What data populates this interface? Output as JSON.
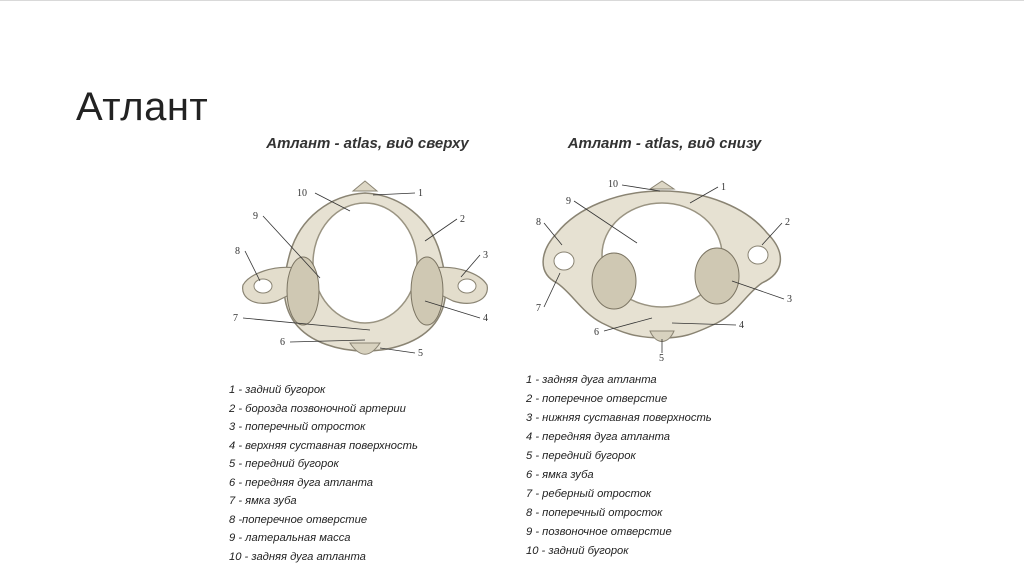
{
  "slide": {
    "title": "Атлант"
  },
  "panels": [
    {
      "heading": "Атлант - atlas, вид сверху",
      "callouts": [
        "10",
        "1",
        "9",
        "2",
        "8",
        "3",
        "7",
        "4",
        "6",
        "5"
      ],
      "legend": [
        "1 - задний бугорок",
        " 2 - борозда позвоночной артерии",
        "3 - поперечный отросток",
        "4 - верхняя суставная поверхность",
        "5 - передний бугорок",
        "6 - передняя дуга атланта",
        "7 - ямка зуба",
        "8 -поперечное отверстие",
        "9 - латеральная масса",
        "10 - задняя дуга атланта"
      ]
    },
    {
      "heading": "Атлант - atlas, вид снизу",
      "callouts": [
        "10",
        "1",
        "9",
        "8",
        "2",
        "7",
        "3",
        "6",
        "4",
        "5"
      ],
      "legend": [
        "1 - задняя дуга атланта",
        "2 - поперечное отверстие",
        "3 - нижняя суставная поверхность",
        "4 - передняя дуга атланта",
        "5 - передний бугорок",
        " 6 - ямка зуба",
        "7 - реберный отросток",
        "8 - поперечный отросток",
        "9 - позвоночное отверстие",
        "10 - задний бугорок"
      ]
    }
  ]
}
